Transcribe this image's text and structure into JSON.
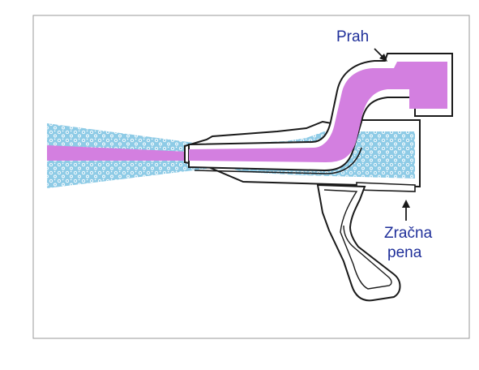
{
  "labels": {
    "powder": "Prah",
    "foam_line1": "Zračna",
    "foam_line2": "pena"
  },
  "colors": {
    "powder": "#d37fe0",
    "foam": "#8ecbe6",
    "bubble": "#ffffff",
    "outline": "#1a1a1a",
    "label": "#1f2f9a"
  }
}
